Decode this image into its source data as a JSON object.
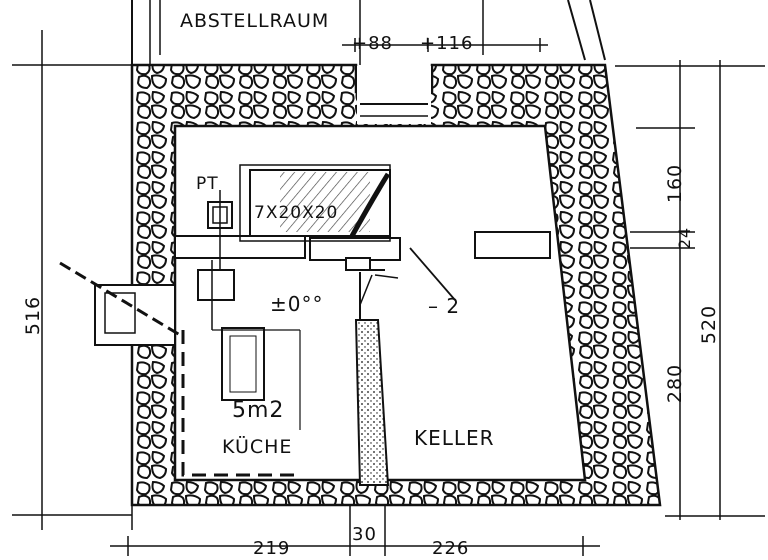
{
  "rooms": {
    "abstellraum": "ABSTELLRAUM",
    "keller": "KELLER",
    "kueche": "KÜCHE"
  },
  "annotations": {
    "pt": "PT",
    "stair": "7X20X20",
    "level": "±0°°",
    "area": "5m2",
    "minus2": "2"
  },
  "dimensions": {
    "top_88": "88",
    "top_116": "116",
    "right_160": "160",
    "right_24": "24",
    "right_520": "520",
    "right_280": "280",
    "left_516": "516",
    "bottom_219": "219",
    "bottom_30": "30",
    "bottom_226": "226"
  },
  "colors": {
    "ink": "#111111",
    "paper": "#ffffff"
  }
}
